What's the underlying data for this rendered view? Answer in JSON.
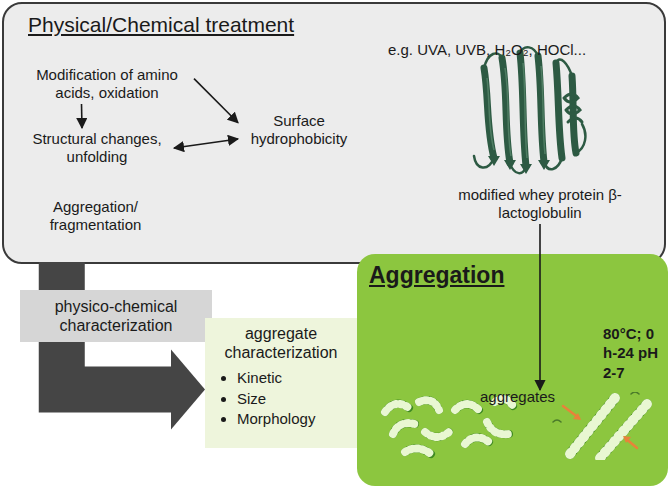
{
  "diagram": {
    "nodes": [
      {
        "text": [
          "Physical/Chemical treatment",
          "e.g. UVA, UVB, H₂O₂, HOCl..."
        ]
      },
      {
        "text": [
          "Modification of amino acids, oxidation"
        ],
        "in": 0
      },
      {
        "text": [
          "Structural changes, unfolding"
        ],
        "in": 0
      },
      {
        "text": [
          "Surface hydrophobicity"
        ],
        "in": 0
      },
      {
        "text": [
          "Aggregation/ fragmentation"
        ],
        "in": 0
      },
      {
        "text": [
          "modified whey protein β-lactoglobulin"
        ],
        "in": 0
      },
      {
        "text": [
          "physico-chemical characterization"
        ]
      },
      {
        "text": [
          "aggregate characterization",
          "Kinetic",
          "Size",
          "Morphology"
        ]
      },
      {
        "text": [
          "Aggregation",
          "80°C; 0 h-24 pH 2-7"
        ]
      },
      {
        "text": [
          "aggregates"
        ],
        "in": 8
      }
    ],
    "edges": [
      {
        "from": 1,
        "to": 2,
        "arrow": "to"
      },
      {
        "from": 1,
        "to": 3,
        "arrow": "to"
      },
      {
        "from": 2,
        "to": 3,
        "arrow": "both"
      },
      {
        "from": 5,
        "to": 9,
        "arrow": "to"
      },
      {
        "from": 0,
        "to": 7,
        "arrow": "to"
      }
    ]
  }
}
